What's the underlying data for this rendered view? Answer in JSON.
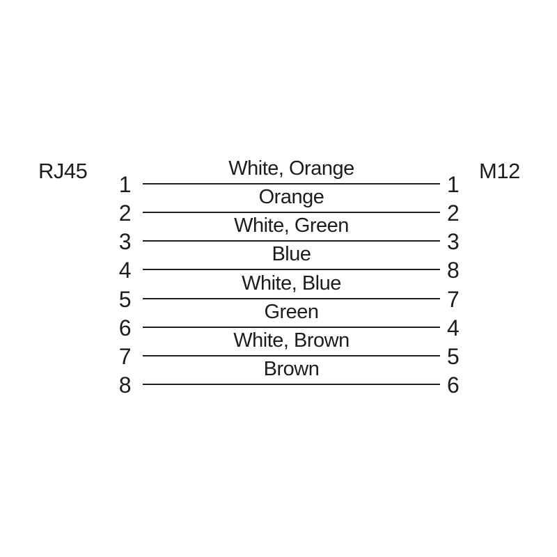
{
  "diagram": {
    "left_header": "RJ45",
    "right_header": "M12",
    "rows": [
      {
        "left_pin": "1",
        "wire": "White, Orange",
        "right_pin": "1"
      },
      {
        "left_pin": "2",
        "wire": "Orange",
        "right_pin": "2"
      },
      {
        "left_pin": "3",
        "wire": "White, Green",
        "right_pin": "3"
      },
      {
        "left_pin": "4",
        "wire": "Blue",
        "right_pin": "8"
      },
      {
        "left_pin": "5",
        "wire": "White, Blue",
        "right_pin": "7"
      },
      {
        "left_pin": "6",
        "wire": "Green",
        "right_pin": "4"
      },
      {
        "left_pin": "7",
        "wire": "White, Brown",
        "right_pin": "5"
      },
      {
        "left_pin": "8",
        "wire": "Brown",
        "right_pin": "6"
      }
    ],
    "colors": {
      "text": "#1d1d1b",
      "line": "#1d1d1b",
      "background": "#ffffff"
    }
  }
}
